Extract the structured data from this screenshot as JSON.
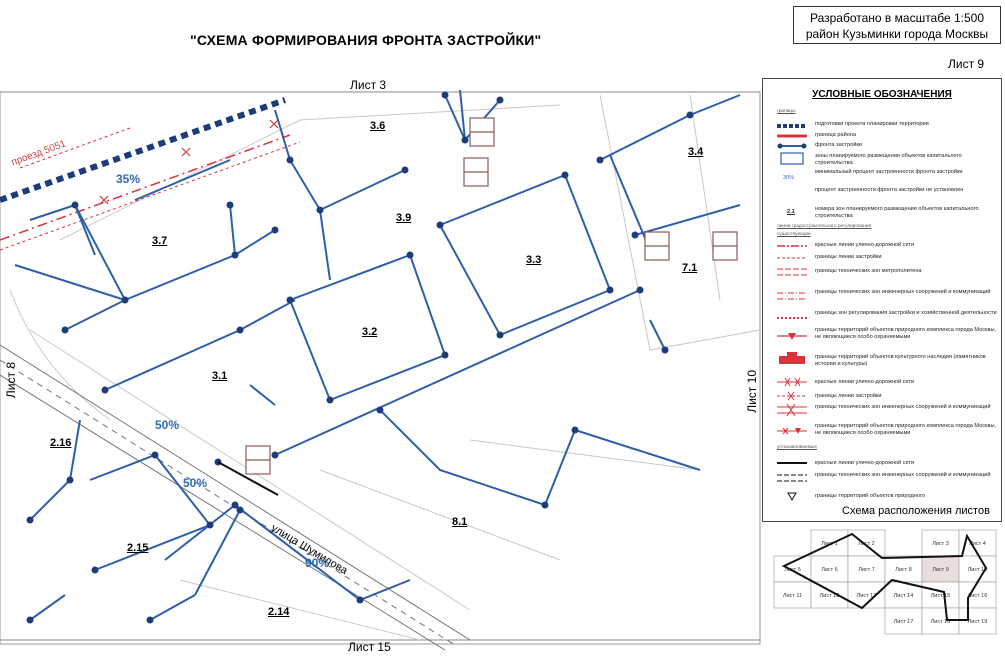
{
  "header": {
    "title": "\"СХЕМА ФОРМИРОВАНИЯ ФРОНТА ЗАСТРОЙКИ\"",
    "stamp_line1": "Разработано в масштабе 1:500",
    "stamp_line2": "район Кузьминки города Москвы",
    "sheet": "Лист 9"
  },
  "sheet_labels": {
    "top": "Лист 3",
    "left": "Лист 8",
    "right": "Лист 10",
    "bottom": "Лист 15"
  },
  "zones": [
    "3.6",
    "3.4",
    "3.9",
    "3.7",
    "3.3",
    "7.1",
    "3.2",
    "3.1",
    "2.16",
    "2.15",
    "8.1",
    "2.14"
  ],
  "percents": [
    "35%",
    "50%",
    "50%",
    "90%"
  ],
  "streets": {
    "street1": "улица Шумилова",
    "street2": "проезд 5051"
  },
  "colors": {
    "front_line": "#2f5fa8",
    "red_line": "#d9343b",
    "percent": "#2f6bb3"
  },
  "legend": {
    "title": "УСЛОВНЫЕ ОБОЗНАЧЕНИЯ",
    "top_sub": "границы",
    "items": [
      "подготовки проекта планировки территории",
      "граница района",
      "фронта застройки",
      "зоны планируемого размещения объектов капитального строительства",
      "минимальный процент застроенности фронта застройки",
      "процент застроенности фронта застройки не установлен",
      "номера зон планируемого размещения объектов капитального строительства",
      "красные линии улично-дорожной сети",
      "границы линии застройки",
      "границы технических зон метрополитена",
      "границы технических зон инженерных сооружений и коммуникаций",
      "границы зон регулирования застройки и хозяйственной деятельности",
      "границы территорий объектов природного комплекса города Москвы, не являющиеся особо охраняемыми",
      "границы территорий объектов культурного наследия (памятников истории и культуры)",
      "красные линии улично-дорожной сети",
      "границы линии застройки",
      "границы технических зон инженерных сооружений и коммуникаций",
      "границы территорий объектов природного комплекса города Москвы, не являющиеся особо охраняемыми",
      "красные линии улично-дорожной сети",
      "границы технических зон инженерных сооружений и коммуникаций",
      "границы территорий объектов природного"
    ],
    "symbols": {
      "pct_sample": "30%",
      "num_sample": "2.1"
    },
    "subheads": [
      "линии градостроительного регулирования",
      "существующие",
      "устанавливаемые"
    ]
  },
  "sheet_scheme": {
    "title": "Схема расположения листов",
    "cells": [
      "Лист 1",
      "Лист 2",
      "Лист 3",
      "Лист 4",
      "Лист 5",
      "Лист 6",
      "Лист 7",
      "Лист 8",
      "Лист 9",
      "Лист 10",
      "Лист 11",
      "Лист 12",
      "Лист 13",
      "Лист 14",
      "Лист 15",
      "Лист 16",
      "Лист 17",
      "Лист 18",
      "Лист 19"
    ]
  }
}
